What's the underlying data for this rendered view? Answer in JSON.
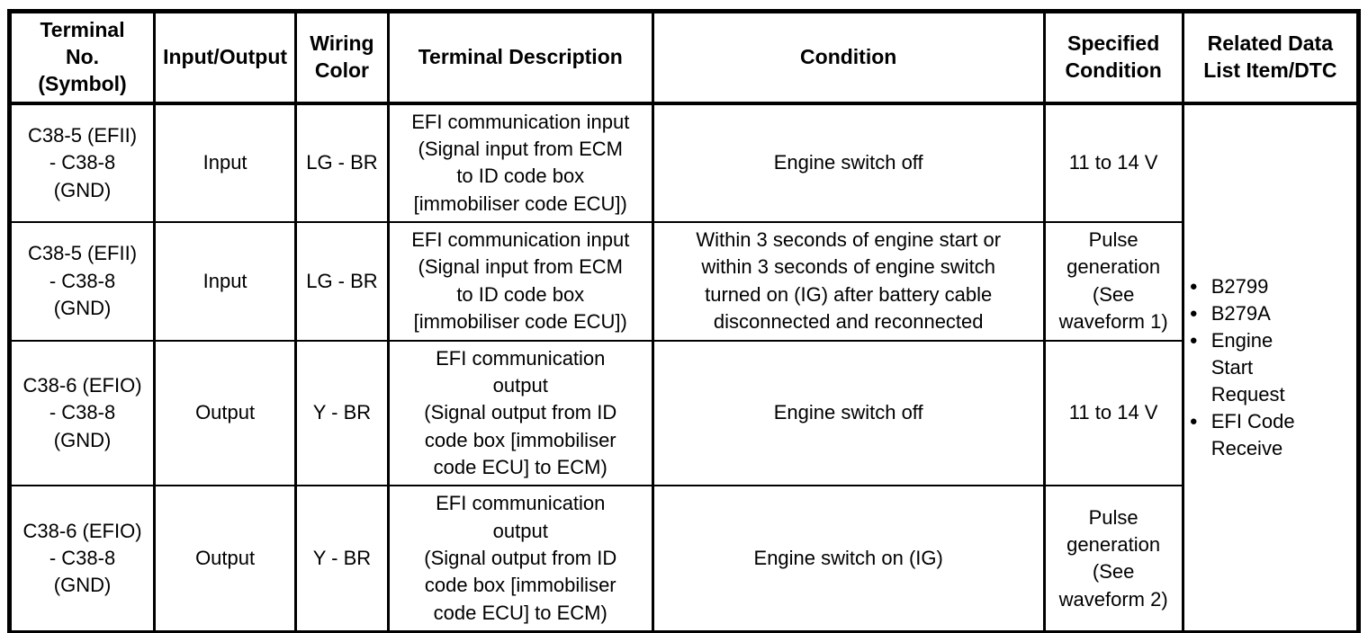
{
  "table": {
    "headers": {
      "terminal": "Terminal\nNo.\n(Symbol)",
      "io": "Input/Output",
      "color": "Wiring\nColor",
      "description": "Terminal Description",
      "condition": "Condition",
      "specified": "Specified\nCondition",
      "related": "Related Data\nList Item/DTC"
    },
    "rows": [
      {
        "terminal": "C38-5 (EFII)\n- C38-8\n(GND)",
        "io": "Input",
        "color": "LG - BR",
        "description": "EFI communication input\n(Signal input from ECM\nto ID code box\n[immobiliser code ECU])",
        "condition": "Engine switch off",
        "specified": "11 to 14 V"
      },
      {
        "terminal": "C38-5 (EFII)\n- C38-8\n(GND)",
        "io": "Input",
        "color": "LG - BR",
        "description": "EFI communication input\n(Signal input from ECM\nto ID code box\n[immobiliser code ECU])",
        "condition": "Within 3 seconds of engine start or\nwithin 3 seconds of engine switch\nturned on (IG) after battery cable\ndisconnected and reconnected",
        "specified": "Pulse\ngeneration\n(See\nwaveform 1)"
      },
      {
        "terminal": "C38-6 (EFIO)\n- C38-8\n(GND)",
        "io": "Output",
        "color": "Y - BR",
        "description": "EFI communication\noutput\n(Signal output from ID\ncode box [immobiliser\ncode ECU] to ECM)",
        "condition": "Engine switch off",
        "specified": "11 to 14 V"
      },
      {
        "terminal": "C38-6 (EFIO)\n- C38-8\n(GND)",
        "io": "Output",
        "color": "Y - BR",
        "description": "EFI communication\noutput\n(Signal output from ID\ncode box [immobiliser\ncode ECU] to ECM)",
        "condition": "Engine switch on (IG)",
        "specified": "Pulse\ngeneration\n(See\nwaveform 2)"
      }
    ],
    "related_items": [
      "B2799",
      "B279A",
      "Engine\nStart\nRequest",
      "EFI Code\nReceive"
    ],
    "bullet_glyph": "●",
    "text_color": "#000000",
    "background_color": "#ffffff"
  }
}
